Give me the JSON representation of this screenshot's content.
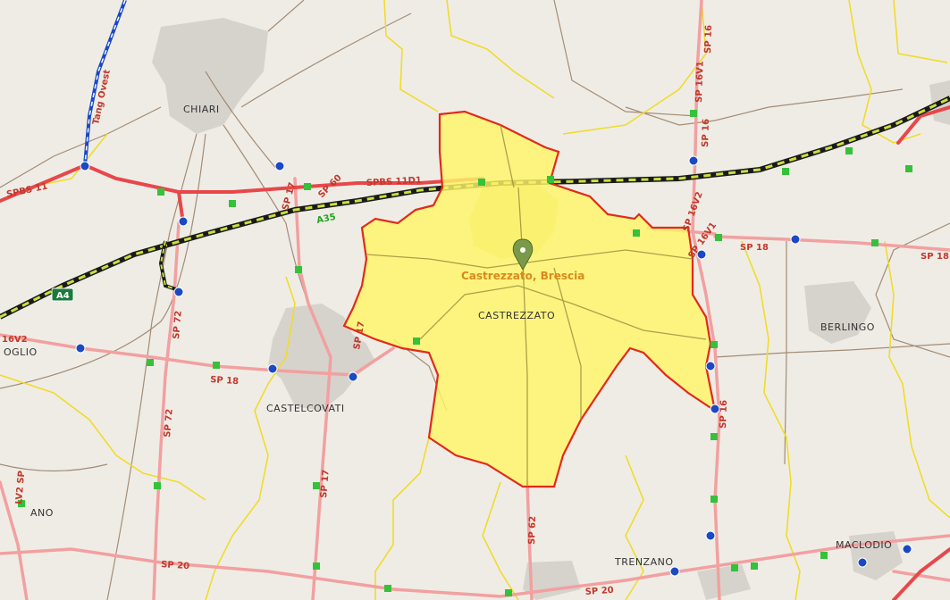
{
  "map": {
    "selected_place": "Castrezzato, Brescia",
    "colors": {
      "land": "#efece6",
      "area_fill": "#fff568",
      "area_border": "#e22a1a",
      "main_road": "#e8474a",
      "provincial_road": "#f2a0a0",
      "municipal_border": "#f0dc2a",
      "railway_light": "#c9e03b",
      "railway_dark": "#1a1a1a",
      "junction_green": "#35c13a",
      "junction_blue": "#1a49c2"
    },
    "towns": [
      {
        "id": "chiari",
        "label": "CHIARI"
      },
      {
        "id": "castrezzato",
        "label": "CASTREZZATO"
      },
      {
        "id": "berlingo",
        "label": "BERLINGO"
      },
      {
        "id": "castelcovati",
        "label": "CASTELCOVATI"
      },
      {
        "id": "trenzano",
        "label": "TRENZANO"
      },
      {
        "id": "maclodio",
        "label": "MACLODIO"
      },
      {
        "id": "oglio",
        "label": "OGLIO"
      },
      {
        "id": "edge-ano",
        "label": "ANO"
      }
    ],
    "road_labels": [
      {
        "id": "spbs11",
        "label": "SPBS 11"
      },
      {
        "id": "spbs11d1",
        "label": "SPBS 11D1"
      },
      {
        "id": "sp17",
        "label": "SP 17"
      },
      {
        "id": "sp60",
        "label": "SP 60"
      },
      {
        "id": "a35",
        "label": "A35"
      },
      {
        "id": "a4",
        "label": "A4"
      },
      {
        "id": "sp72a",
        "label": "SP 72"
      },
      {
        "id": "sp72b",
        "label": "SP 72"
      },
      {
        "id": "sp17b",
        "label": "SP 17"
      },
      {
        "id": "sp17c",
        "label": "SP 17"
      },
      {
        "id": "sp18a",
        "label": "SP 18"
      },
      {
        "id": "sp18b",
        "label": "SP 18"
      },
      {
        "id": "sp18c",
        "label": "SP 18"
      },
      {
        "id": "sp16a",
        "label": "SP 16"
      },
      {
        "id": "sp16b",
        "label": "SP 16"
      },
      {
        "id": "sp16c",
        "label": "SP 16"
      },
      {
        "id": "sp16v1",
        "label": "SP 16V1"
      },
      {
        "id": "sp16v2",
        "label": "SP 16V2"
      },
      {
        "id": "sp16v1b",
        "label": "SP 16V1"
      },
      {
        "id": "sp62",
        "label": "SP 62"
      },
      {
        "id": "sp20a",
        "label": "SP 20"
      },
      {
        "id": "sp20b",
        "label": "SP 20"
      },
      {
        "id": "sp16v2l",
        "label": "16V2"
      },
      {
        "id": "lv2",
        "label": "LV2 SP"
      },
      {
        "id": "tangovest",
        "label": "Tang Ovest"
      }
    ]
  }
}
